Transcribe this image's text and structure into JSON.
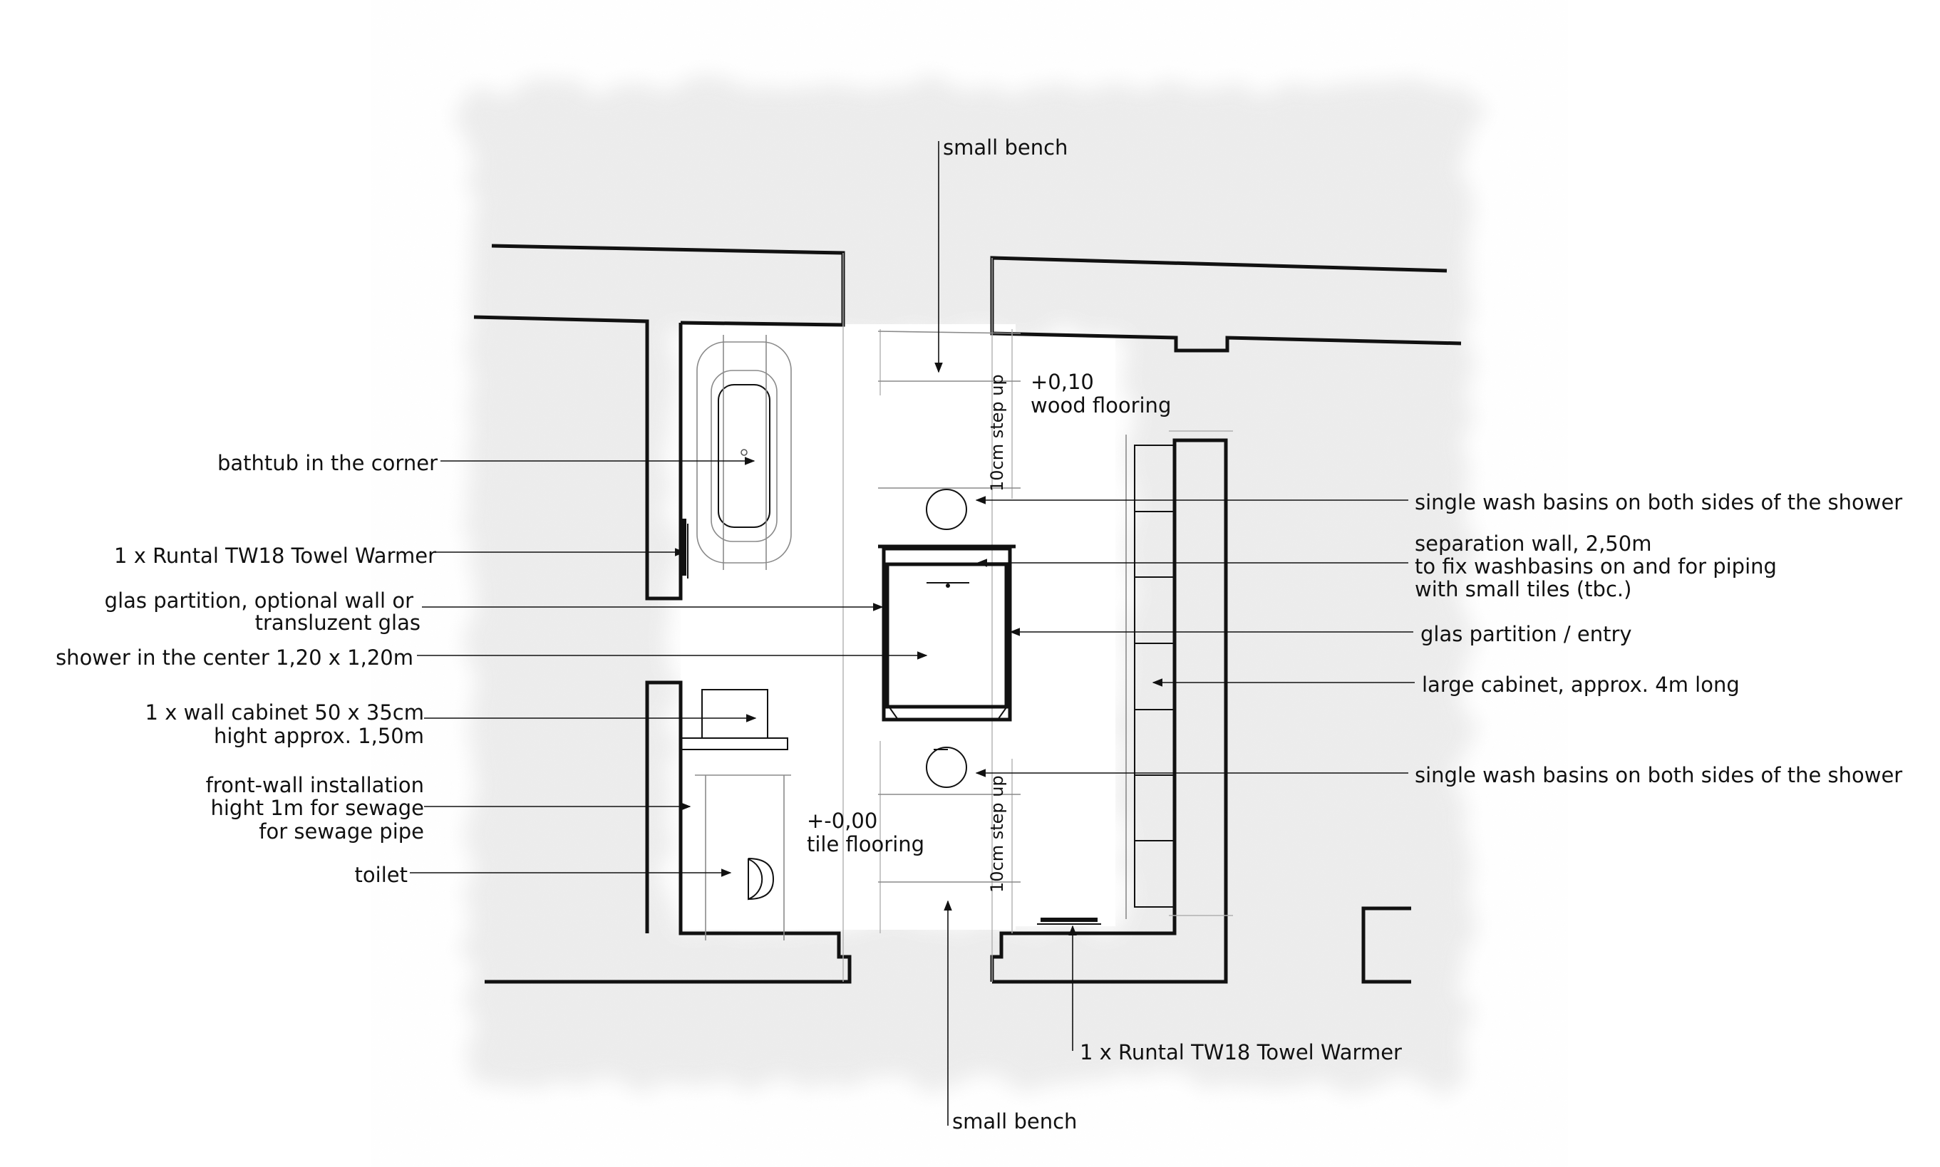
{
  "labels": {
    "small_bench_top": "small bench",
    "small_bench_bottom": "small bench",
    "wood_level": "+0,10",
    "wood_flooring": "wood flooring",
    "tile_level": "+-0,00",
    "tile_flooring": "tile flooring",
    "step_up_top": "10cm step up",
    "step_up_bottom": "10cm step up",
    "bathtub": "bathtub in the corner",
    "towel_warmer_left": "1 x Runtal TW18 Towel Warmer",
    "towel_warmer_bottom": "1 x Runtal TW18 Towel Warmer",
    "glas_partition_line1": "glas partition, optional wall or",
    "glas_partition_line2": "transluzent glas",
    "shower": "shower in the center 1,20 x 1,20m",
    "wall_cabinet_line1": "1 x wall cabinet 50 x 35cm",
    "wall_cabinet_line2": "hight approx. 1,50m",
    "front_wall_line1": "front-wall installation",
    "front_wall_line2": "hight 1m for sewage",
    "front_wall_line3": "for sewage pipe",
    "toilet": "toilet",
    "wash_basins_top": "single wash basins on both sides of the shower",
    "wash_basins_bottom": "single wash basins on both sides of the shower",
    "separation_line1": "separation wall, 2,50m",
    "separation_line2": "to fix washbasins on and for piping",
    "separation_line3": "with small tiles (tbc.)",
    "glas_entry": "glas partition / entry",
    "large_cabinet": "large cabinet, approx. 4m long"
  },
  "colors": {
    "ink": "#111111",
    "pencil": "#8a8a8a",
    "wash_background": "#ececec"
  }
}
